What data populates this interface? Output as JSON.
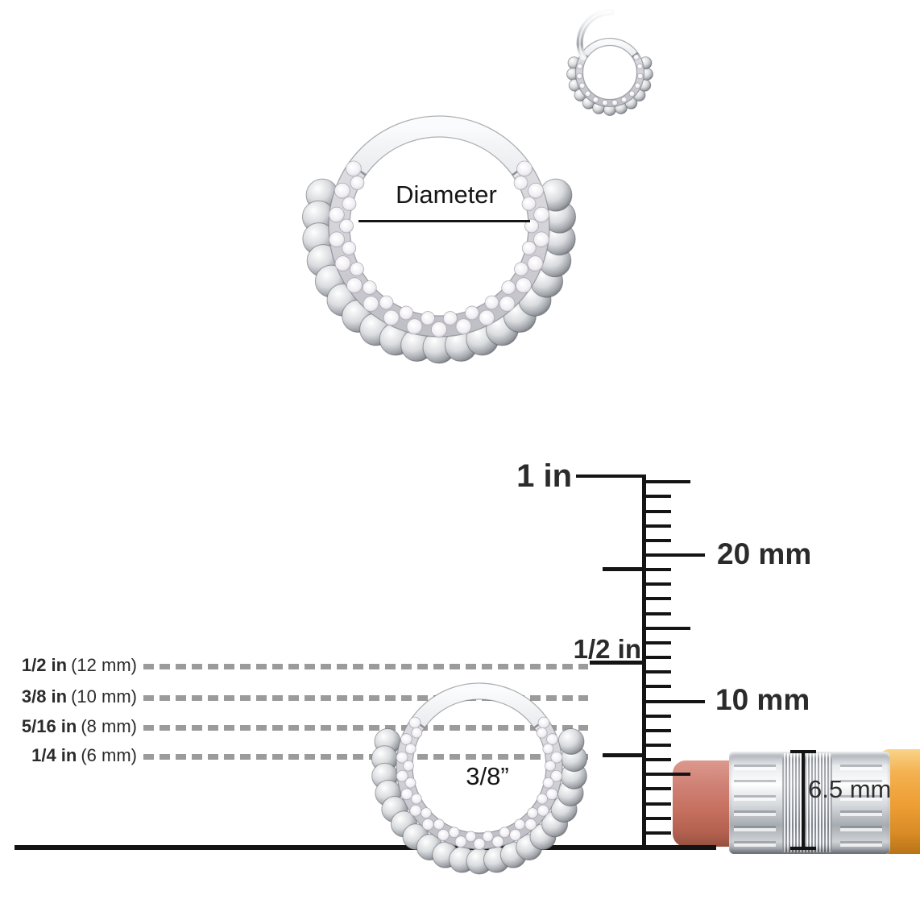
{
  "diagram": {
    "diameter_label": "Diameter",
    "bottom_ring_size_label": "3/8”",
    "pencil_width_label": "6.5 mm"
  },
  "size_table": {
    "rows": [
      {
        "inch": "1/2 in",
        "mm": "(12 mm)"
      },
      {
        "inch": "3/8 in",
        "mm": "(10 mm)"
      },
      {
        "inch": "5/16 in",
        "mm": "(8 mm)"
      },
      {
        "inch": "1/4 in",
        "mm": "(6 mm)"
      }
    ]
  },
  "ruler": {
    "one_inch_label": "1 in",
    "twenty_mm_label": "20 mm",
    "half_inch_label": "1/2 in",
    "ten_mm_label": "10 mm"
  },
  "colors": {
    "line_black": "#141414",
    "dash_gray": "#9b9b9b",
    "label_dark": "#2b2b2b",
    "eraser_pink": "#c6705f",
    "ferrule_silver": "#d9dbde",
    "wood_orange": "#ee9f35",
    "metal_silver": "#c9ccd0"
  }
}
